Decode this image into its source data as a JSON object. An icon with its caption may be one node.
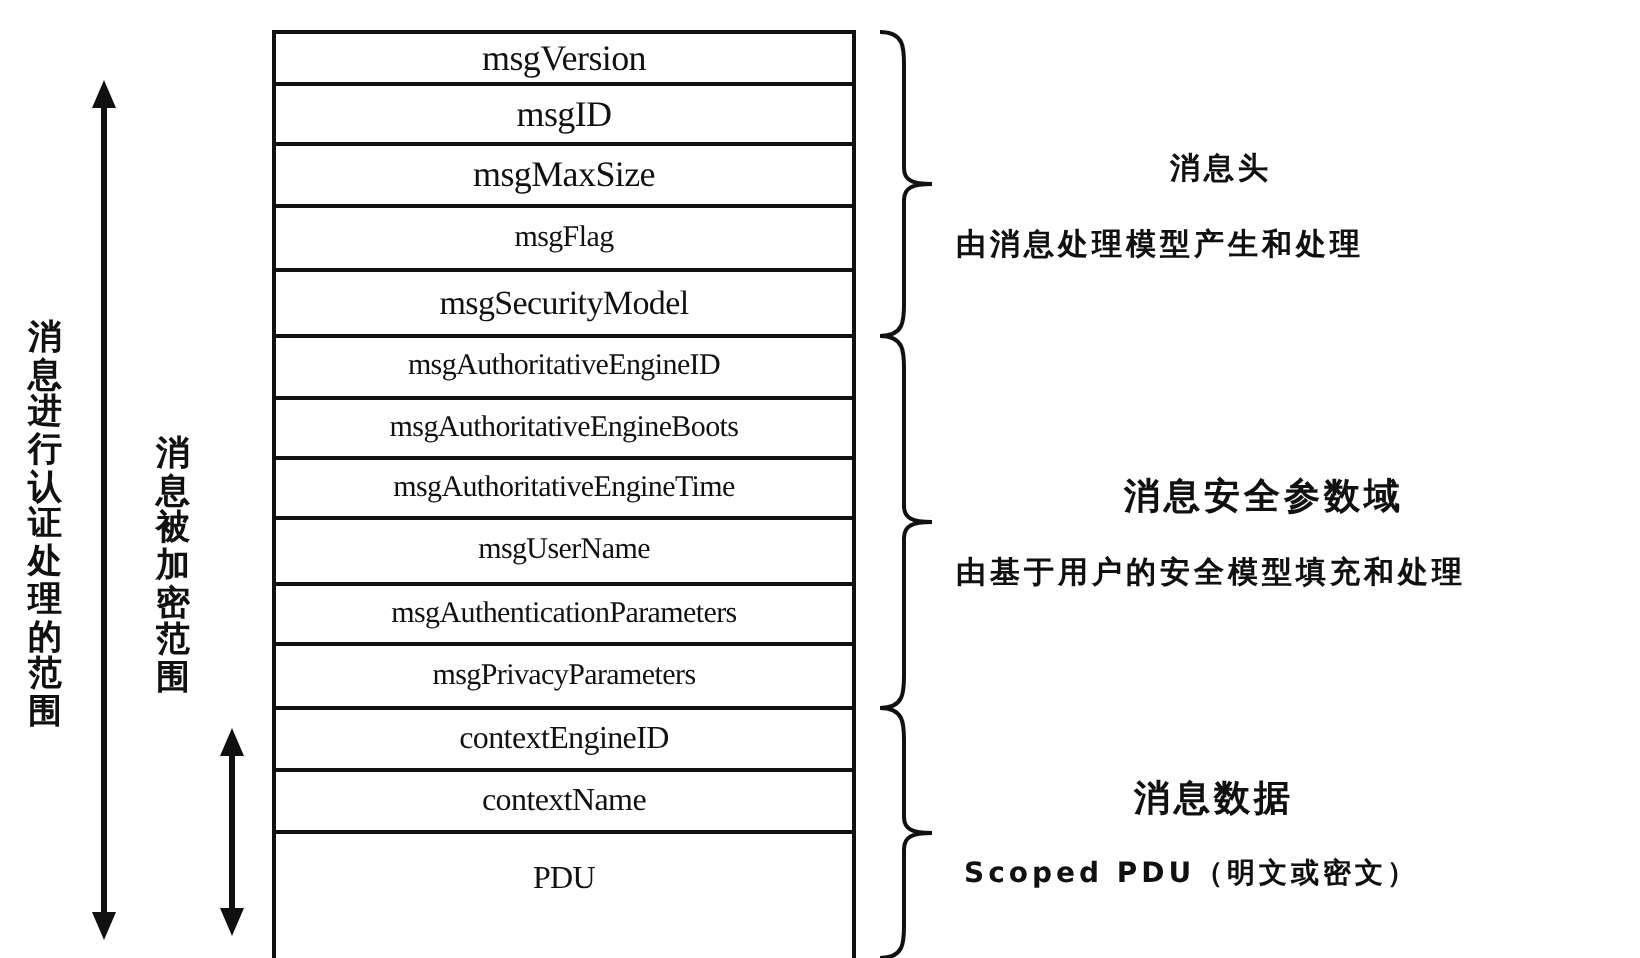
{
  "diagram": {
    "nodes": [
      {
        "text": [
          "msgVersion"
        ]
      },
      {
        "text": [
          "msgID"
        ]
      },
      {
        "text": [
          "msgMaxSize"
        ]
      },
      {
        "text": [
          "msgFlag"
        ]
      },
      {
        "text": [
          "msgSecurityModel"
        ]
      },
      {
        "text": [
          "msgAuthoritativeEngineID"
        ]
      },
      {
        "text": [
          "msgAuthoritativeEngineBoots"
        ]
      },
      {
        "text": [
          "msgAuthoritativeEngineTime"
        ]
      },
      {
        "text": [
          "msgUserName"
        ]
      },
      {
        "text": [
          "msgAuthenticationParameters"
        ]
      },
      {
        "text": [
          "msgPrivacyParameters"
        ]
      },
      {
        "text": [
          "contextEngineID"
        ]
      },
      {
        "text": [
          "contextName"
        ]
      },
      {
        "text": [
          "PDU"
        ]
      }
    ],
    "labels": [
      "消息进行认证处理的范围",
      "消息被加密范围",
      "消息头",
      "由消息处理模型产生和处理",
      "消息安全参数域",
      "由基于用户的安全模型填充和处理",
      "消息数据",
      "Scoped PDU（明文或密文）"
    ]
  }
}
